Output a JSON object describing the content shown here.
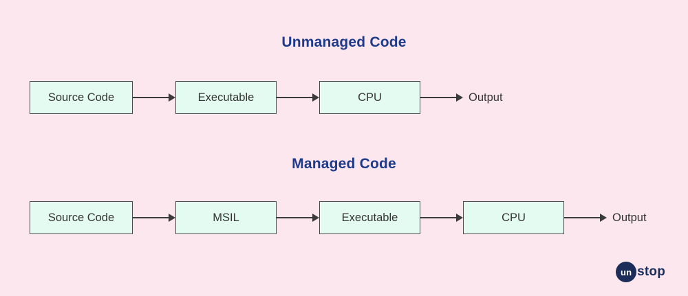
{
  "colors": {
    "background": "#fde7ef",
    "title": "#1e3a8a",
    "node_fill": "#e4fbf2",
    "node_border": "#4a4a4a",
    "arrow": "#3a3a3a",
    "node_text": "#333333",
    "logo": "#1c2d5a"
  },
  "diagrams": [
    {
      "title": "Unmanaged Code",
      "nodes": [
        "Source Code",
        "Executable",
        "CPU"
      ],
      "output_label": "Output"
    },
    {
      "title": "Managed Code",
      "nodes": [
        "Source Code",
        "MSIL",
        "Executable",
        "CPU"
      ],
      "output_label": "Output"
    }
  ],
  "logo": {
    "circle_text": "un",
    "text": "stop"
  }
}
